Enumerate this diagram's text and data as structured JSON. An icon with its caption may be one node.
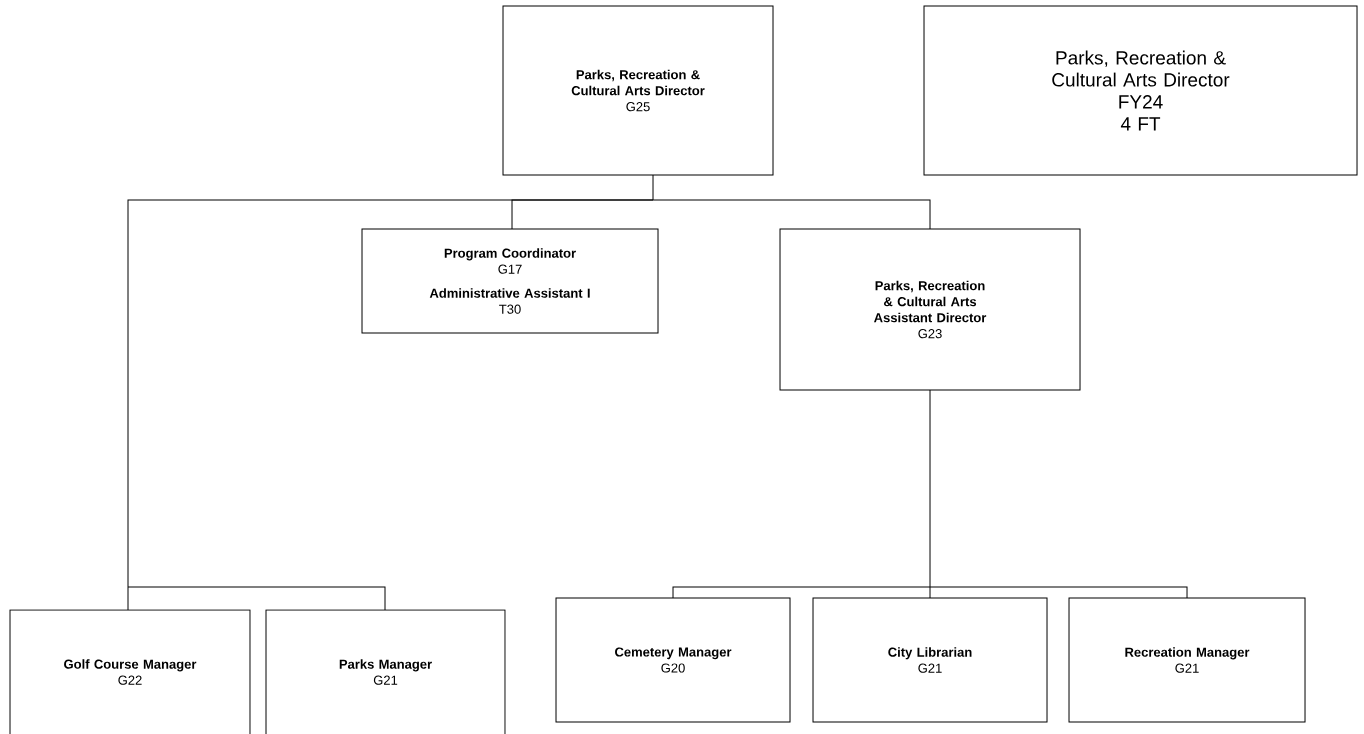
{
  "diagram": {
    "nodes": [
      {
        "text": [
          "Parks, Recreation & Cultural Arts Director",
          "G25"
        ]
      },
      {
        "text": [
          "Parks, Recreation & Cultural Arts Director",
          "FY24",
          "4 FT"
        ]
      },
      {
        "text": [
          "Program Coordinator",
          "G17",
          "Administrative Assistant I",
          "T30"
        ]
      },
      {
        "text": [
          "Parks, Recreation & Cultural Arts Assistant Director",
          "G23"
        ]
      },
      {
        "text": [
          "Golf Course Manager",
          "G22"
        ]
      },
      {
        "text": [
          "Parks Manager",
          "G21"
        ]
      },
      {
        "text": [
          "Cemetery Manager",
          "G20"
        ]
      },
      {
        "text": [
          "City Librarian",
          "G21"
        ]
      },
      {
        "text": [
          "Recreation Manager",
          "G21"
        ]
      }
    ],
    "edges": [
      {
        "from": 0,
        "to": 4,
        "arrow": "none"
      },
      {
        "from": 0,
        "to": 5,
        "arrow": "none"
      },
      {
        "from": 0,
        "to": 2,
        "arrow": "none"
      },
      {
        "from": 0,
        "to": 3,
        "arrow": "none"
      },
      {
        "from": 3,
        "to": 6,
        "arrow": "none"
      },
      {
        "from": 3,
        "to": 7,
        "arrow": "none"
      },
      {
        "from": 3,
        "to": 8,
        "arrow": "none"
      }
    ]
  }
}
